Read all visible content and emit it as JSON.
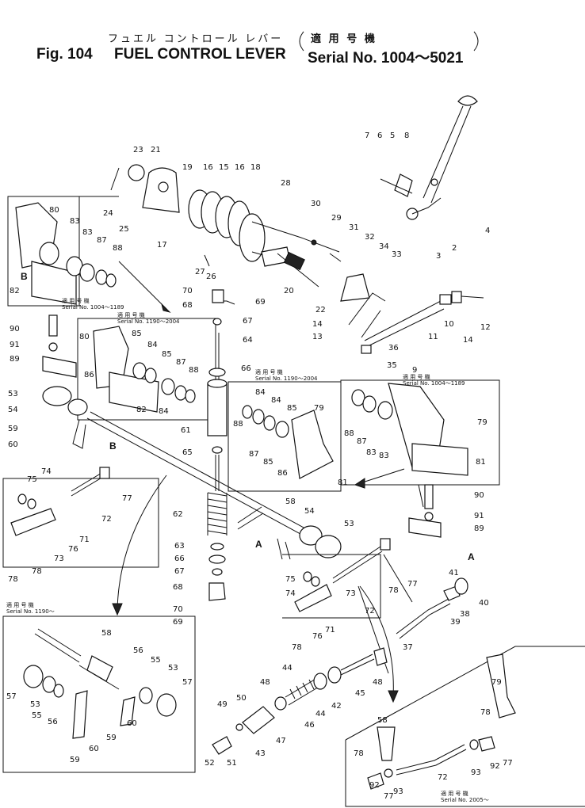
{
  "header": {
    "jp_title": "フュエル コントロール レバー",
    "jp_serial": "適 用 号 機",
    "fig": "Fig. 104",
    "title": "FUEL CONTROL LEVER",
    "serial": "Serial No. 1004～5021"
  },
  "serial_notes": [
    "Serial No. 1004～1189",
    "Serial No. 1190～2004",
    "Serial No. 1190～2004",
    "Serial No. 1004～1189",
    "Serial No. 1190～",
    "Serial No. 2005～"
  ],
  "serial_note_jp": "適 用 号 機",
  "letters": [
    "B",
    "B",
    "A",
    "A"
  ],
  "callouts": [
    "23",
    "21",
    "19",
    "16",
    "15",
    "16",
    "18",
    "7",
    "6",
    "5",
    "8",
    "24",
    "25",
    "17",
    "27",
    "26",
    "28",
    "30",
    "29",
    "31",
    "2",
    "3",
    "4",
    "80",
    "83",
    "83",
    "87",
    "88",
    "82",
    "32",
    "34",
    "33",
    "22",
    "20",
    "70",
    "68",
    "69",
    "67",
    "64",
    "66",
    "14",
    "13",
    "36",
    "35",
    "12",
    "11",
    "10",
    "14",
    "9",
    "90",
    "91",
    "89",
    "80",
    "85",
    "84",
    "85",
    "87",
    "88",
    "86",
    "82",
    "84",
    "53",
    "54",
    "59",
    "60",
    "61",
    "65",
    "84",
    "84",
    "85",
    "88",
    "87",
    "85",
    "86",
    "79",
    "81",
    "88",
    "87",
    "83",
    "83",
    "79",
    "81",
    "74",
    "75",
    "78",
    "77",
    "72",
    "71",
    "73",
    "76",
    "78",
    "62",
    "63",
    "66",
    "67",
    "68",
    "70",
    "69",
    "58",
    "54",
    "53",
    "90",
    "91",
    "89",
    "75",
    "74",
    "73",
    "71",
    "76",
    "78",
    "72",
    "78",
    "77",
    "41",
    "38",
    "40",
    "39",
    "37",
    "58",
    "56",
    "55",
    "53",
    "57",
    "57",
    "53",
    "55",
    "56",
    "59",
    "60",
    "59",
    "60",
    "48",
    "44",
    "46",
    "44",
    "42",
    "45",
    "48",
    "49",
    "50",
    "43",
    "47",
    "52",
    "51",
    "79",
    "78",
    "58",
    "78",
    "92",
    "77",
    "93",
    "72",
    "92",
    "77",
    "93"
  ]
}
